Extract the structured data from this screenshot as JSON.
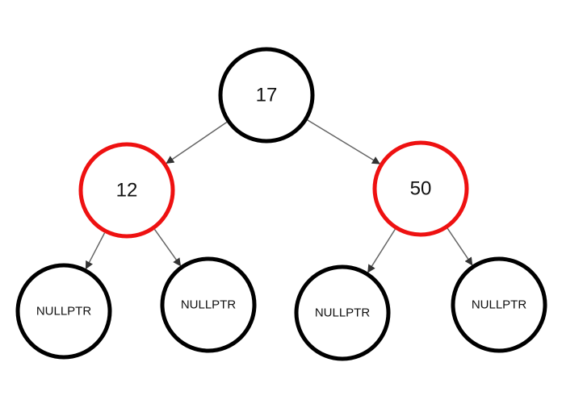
{
  "tree": {
    "colors": {
      "black_node": "#000000",
      "red_node": "#ee1111",
      "edge": "#666666",
      "arrowhead": "#333333",
      "text": "#111111"
    },
    "nodes": [
      {
        "id": "n17",
        "label": "17",
        "color": "black"
      },
      {
        "id": "n12",
        "label": "12",
        "color": "red"
      },
      {
        "id": "n50",
        "label": "50",
        "color": "red"
      },
      {
        "id": "nil1",
        "label": "NULLPTR",
        "color": "black"
      },
      {
        "id": "nil2",
        "label": "NULLPTR",
        "color": "black"
      },
      {
        "id": "nil3",
        "label": "NULLPTR",
        "color": "black"
      },
      {
        "id": "nil4",
        "label": "NULLPTR",
        "color": "black"
      }
    ],
    "edges": [
      {
        "from": "n17",
        "to": "n12"
      },
      {
        "from": "n17",
        "to": "n50"
      },
      {
        "from": "n12",
        "to": "nil1"
      },
      {
        "from": "n12",
        "to": "nil2"
      },
      {
        "from": "n50",
        "to": "nil3"
      },
      {
        "from": "n50",
        "to": "nil4"
      }
    ]
  }
}
